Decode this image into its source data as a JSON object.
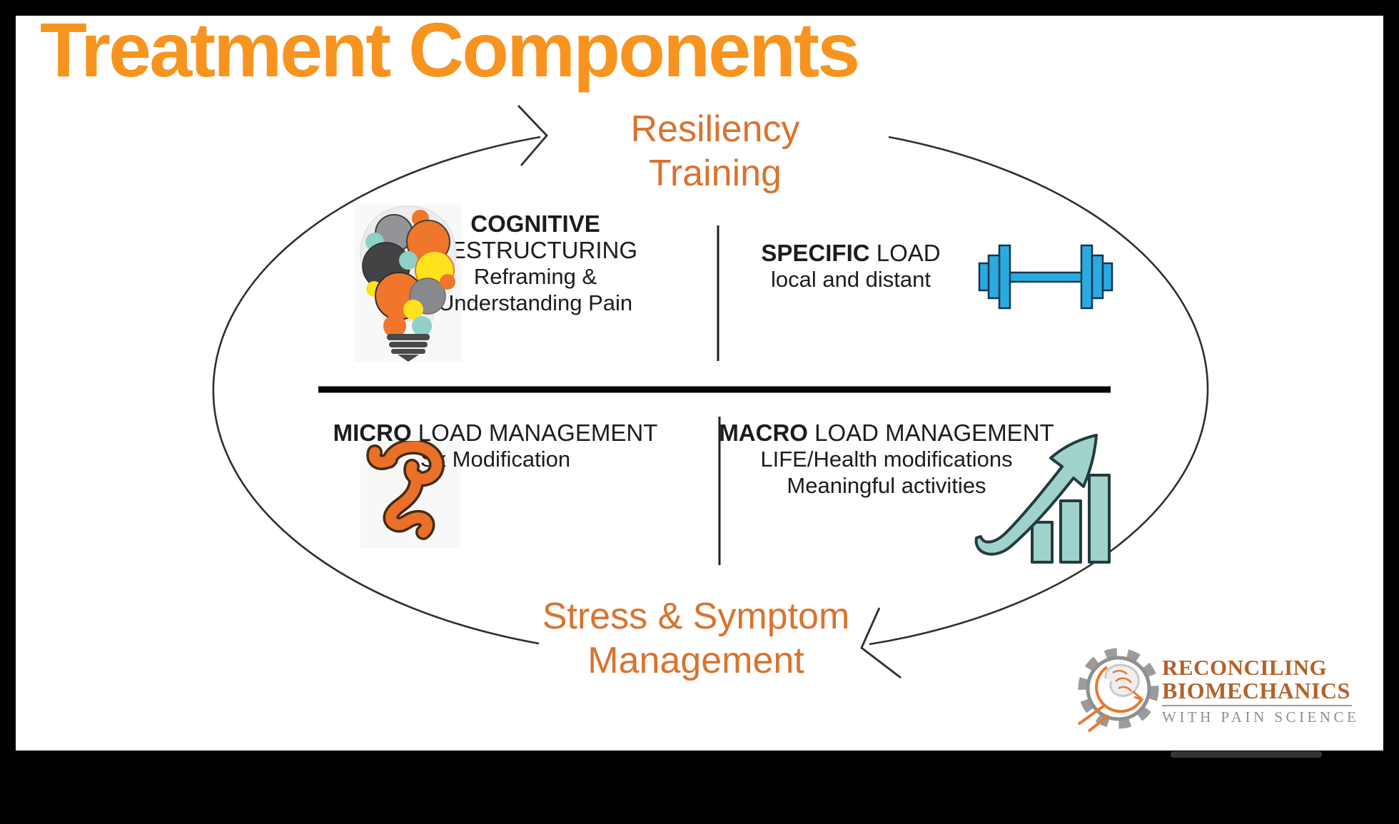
{
  "page": {
    "title": "Treatment Components"
  },
  "cycle": {
    "top_label": {
      "line1": "Resiliency",
      "line2": "Training"
    },
    "bottom_label": {
      "line1": "Stress & Symptom",
      "line2": "Management"
    }
  },
  "quadrants": {
    "cognitive": {
      "bold": "COGNITIVE",
      "rest": "",
      "lines": [
        "RESTRUCTURING",
        "Reframing &",
        "Understanding Pain"
      ]
    },
    "specific": {
      "bold": "SPECIFIC",
      "rest": " LOAD",
      "lines": [
        "local and distant"
      ]
    },
    "micro": {
      "bold": "MICRO",
      "rest": " LOAD MANAGEMENT",
      "lines": [
        "Sx Modification"
      ]
    },
    "macro": {
      "bold": "MACRO",
      "rest": " LOAD MANAGEMENT",
      "lines": [
        "LIFE/Health modifications",
        "Meaningful activities"
      ]
    }
  },
  "icons": {
    "cognitive": "idea-lightbulb-icon",
    "specific": "dumbbell-icon",
    "micro": "ribbon-squiggle-icon",
    "macro": "growth-chart-arrow-icon",
    "logo": "gear-brain-icon"
  },
  "logo": {
    "line1": "RECONCILING",
    "line2": "BIOMECHANICS",
    "line3": "WITH PAIN SCIENCE"
  },
  "colors": {
    "title_orange": "#F79420",
    "label_orange": "#D9732F",
    "dumbbell_blue": "#29ABE2",
    "squiggle_orange": "#EA7027",
    "arrow_teal": "#9FD2CB",
    "logo_brown": "#B2622A",
    "line_dark": "#2e2e2e"
  }
}
